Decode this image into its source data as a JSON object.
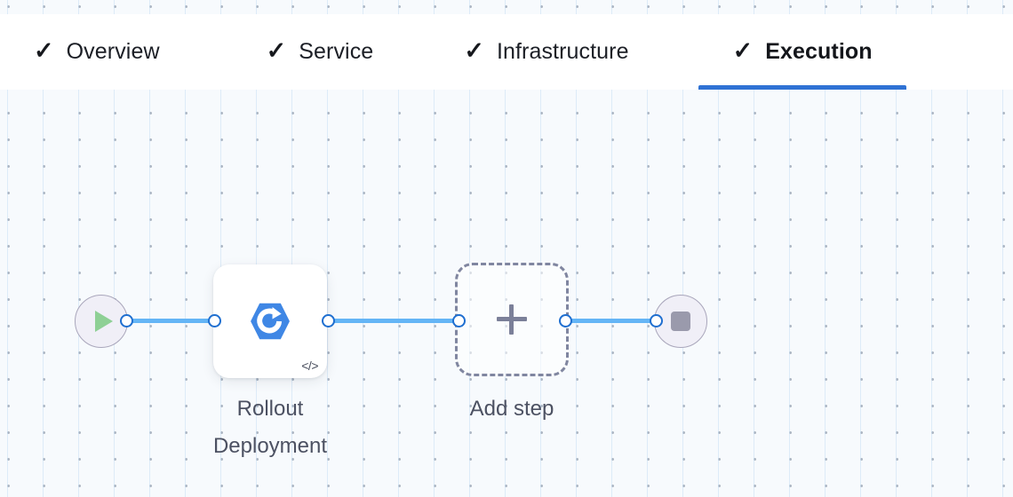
{
  "tabs": [
    {
      "id": "overview",
      "label": "Overview",
      "check": "✓",
      "active": false,
      "complete": true
    },
    {
      "id": "service",
      "label": "Service",
      "check": "✓",
      "active": false,
      "complete": true
    },
    {
      "id": "infrastructure",
      "label": "Infrastructure",
      "check": "✓",
      "active": false,
      "complete": true
    },
    {
      "id": "execution",
      "label": "Execution",
      "check": "✓",
      "active": true,
      "complete": true
    }
  ],
  "pipeline": {
    "start_node": {
      "icon": "play-icon"
    },
    "end_node": {
      "icon": "stop-icon"
    },
    "step": {
      "label": "Rollout\nDeployment",
      "icon": "rollout-deployment-icon",
      "badge_icon": "code-icon",
      "badge_text": "</>"
    },
    "add_step": {
      "label": "Add step",
      "icon": "plus-icon"
    }
  },
  "colors": {
    "accent": "#2f72d4",
    "edge": "#64b5f6",
    "handle_border": "#1f6fd0",
    "step_icon": "#3f87e5",
    "play": "#8ed095",
    "stop": "#9a9aac",
    "terminal_fill": "#f0eff7",
    "canvas": "#f7fafd",
    "dashed_border": "#8086a0",
    "label_text": "#4c5162"
  }
}
